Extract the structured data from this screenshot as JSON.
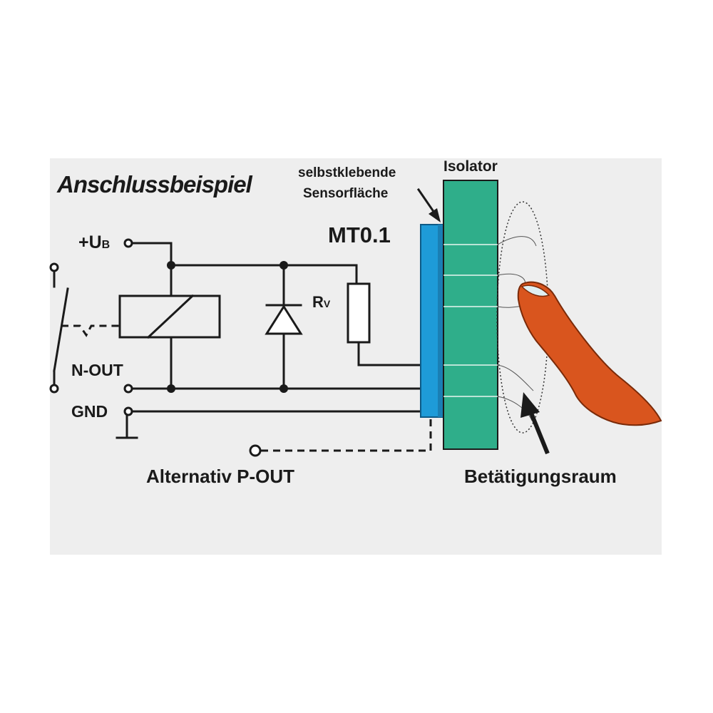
{
  "diagram": {
    "title": "Anschlussbeispiel",
    "supply_label_main": "+U",
    "supply_label_sub": "B",
    "nout_label": "N-OUT",
    "gnd_label": "GND",
    "resistor_label_main": "R",
    "resistor_label_sub": "V",
    "sensor_name": "MT0.1",
    "sensor_surface_line1": "selbstklebende",
    "sensor_surface_line2": "Sensorfläche",
    "isolator_label": "Isolator",
    "alt_output_label": "Alternativ P-OUT",
    "actuation_label": "Betätigungsraum",
    "colors": {
      "background_panel": "#eeeeee",
      "sensor_blue": "#1e9bd8",
      "isolator_green": "#2fae8a",
      "finger_orange": "#d9551e",
      "wire": "#1a1a1a"
    }
  }
}
